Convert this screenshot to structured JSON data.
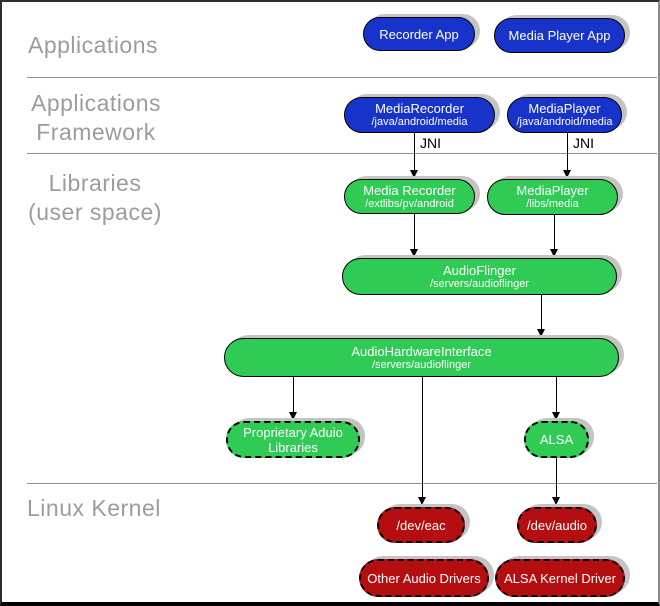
{
  "layers": {
    "applications": {
      "label": "Applications"
    },
    "framework": {
      "line1": "Applications",
      "line2": "Framework"
    },
    "libraries": {
      "line1": "Libraries",
      "line2": "(user space)"
    },
    "kernel": {
      "label": "Linux Kernel"
    }
  },
  "connector_labels": {
    "jni_left": "JNI",
    "jni_right": "JNI"
  },
  "nodes": {
    "recorder_app": {
      "title": "Recorder App"
    },
    "media_player_app": {
      "title": "Media Player App"
    },
    "media_recorder_framework": {
      "title": "MediaRecorder",
      "subtitle": "/java/android/media"
    },
    "media_player_framework": {
      "title": "MediaPlayer",
      "subtitle": "/java/android/media"
    },
    "media_recorder_lib": {
      "title": "Media Recorder",
      "subtitle": "/extlibs/pv/android"
    },
    "media_player_lib": {
      "title": "MediaPlayer",
      "subtitle": "/libs/media"
    },
    "audioflinger": {
      "title": "AudioFlinger",
      "subtitle": "/servers/audioflinger"
    },
    "audio_hardware_interface": {
      "title": "AudioHardwareInterface",
      "subtitle": "/servers/audioflinger"
    },
    "proprietary_audio_libraries": {
      "title": "Proprietary Aduio Libraries"
    },
    "alsa": {
      "title": "ALSA"
    },
    "dev_eac": {
      "title": "/dev/eac"
    },
    "dev_audio": {
      "title": "/dev/audio"
    },
    "other_audio_drivers": {
      "title": "Other Audio Drivers"
    },
    "alsa_kernel_driver": {
      "title": "ALSA Kernel Driver"
    }
  },
  "colors": {
    "app_blue": "#1733c9",
    "lib_green": "#2fcb55",
    "kernel_red": "#b40e10",
    "shadow_gray": "#c4c4c4",
    "label_gray": "#9c9c9c",
    "divider_gray": "#8f8f8f"
  }
}
